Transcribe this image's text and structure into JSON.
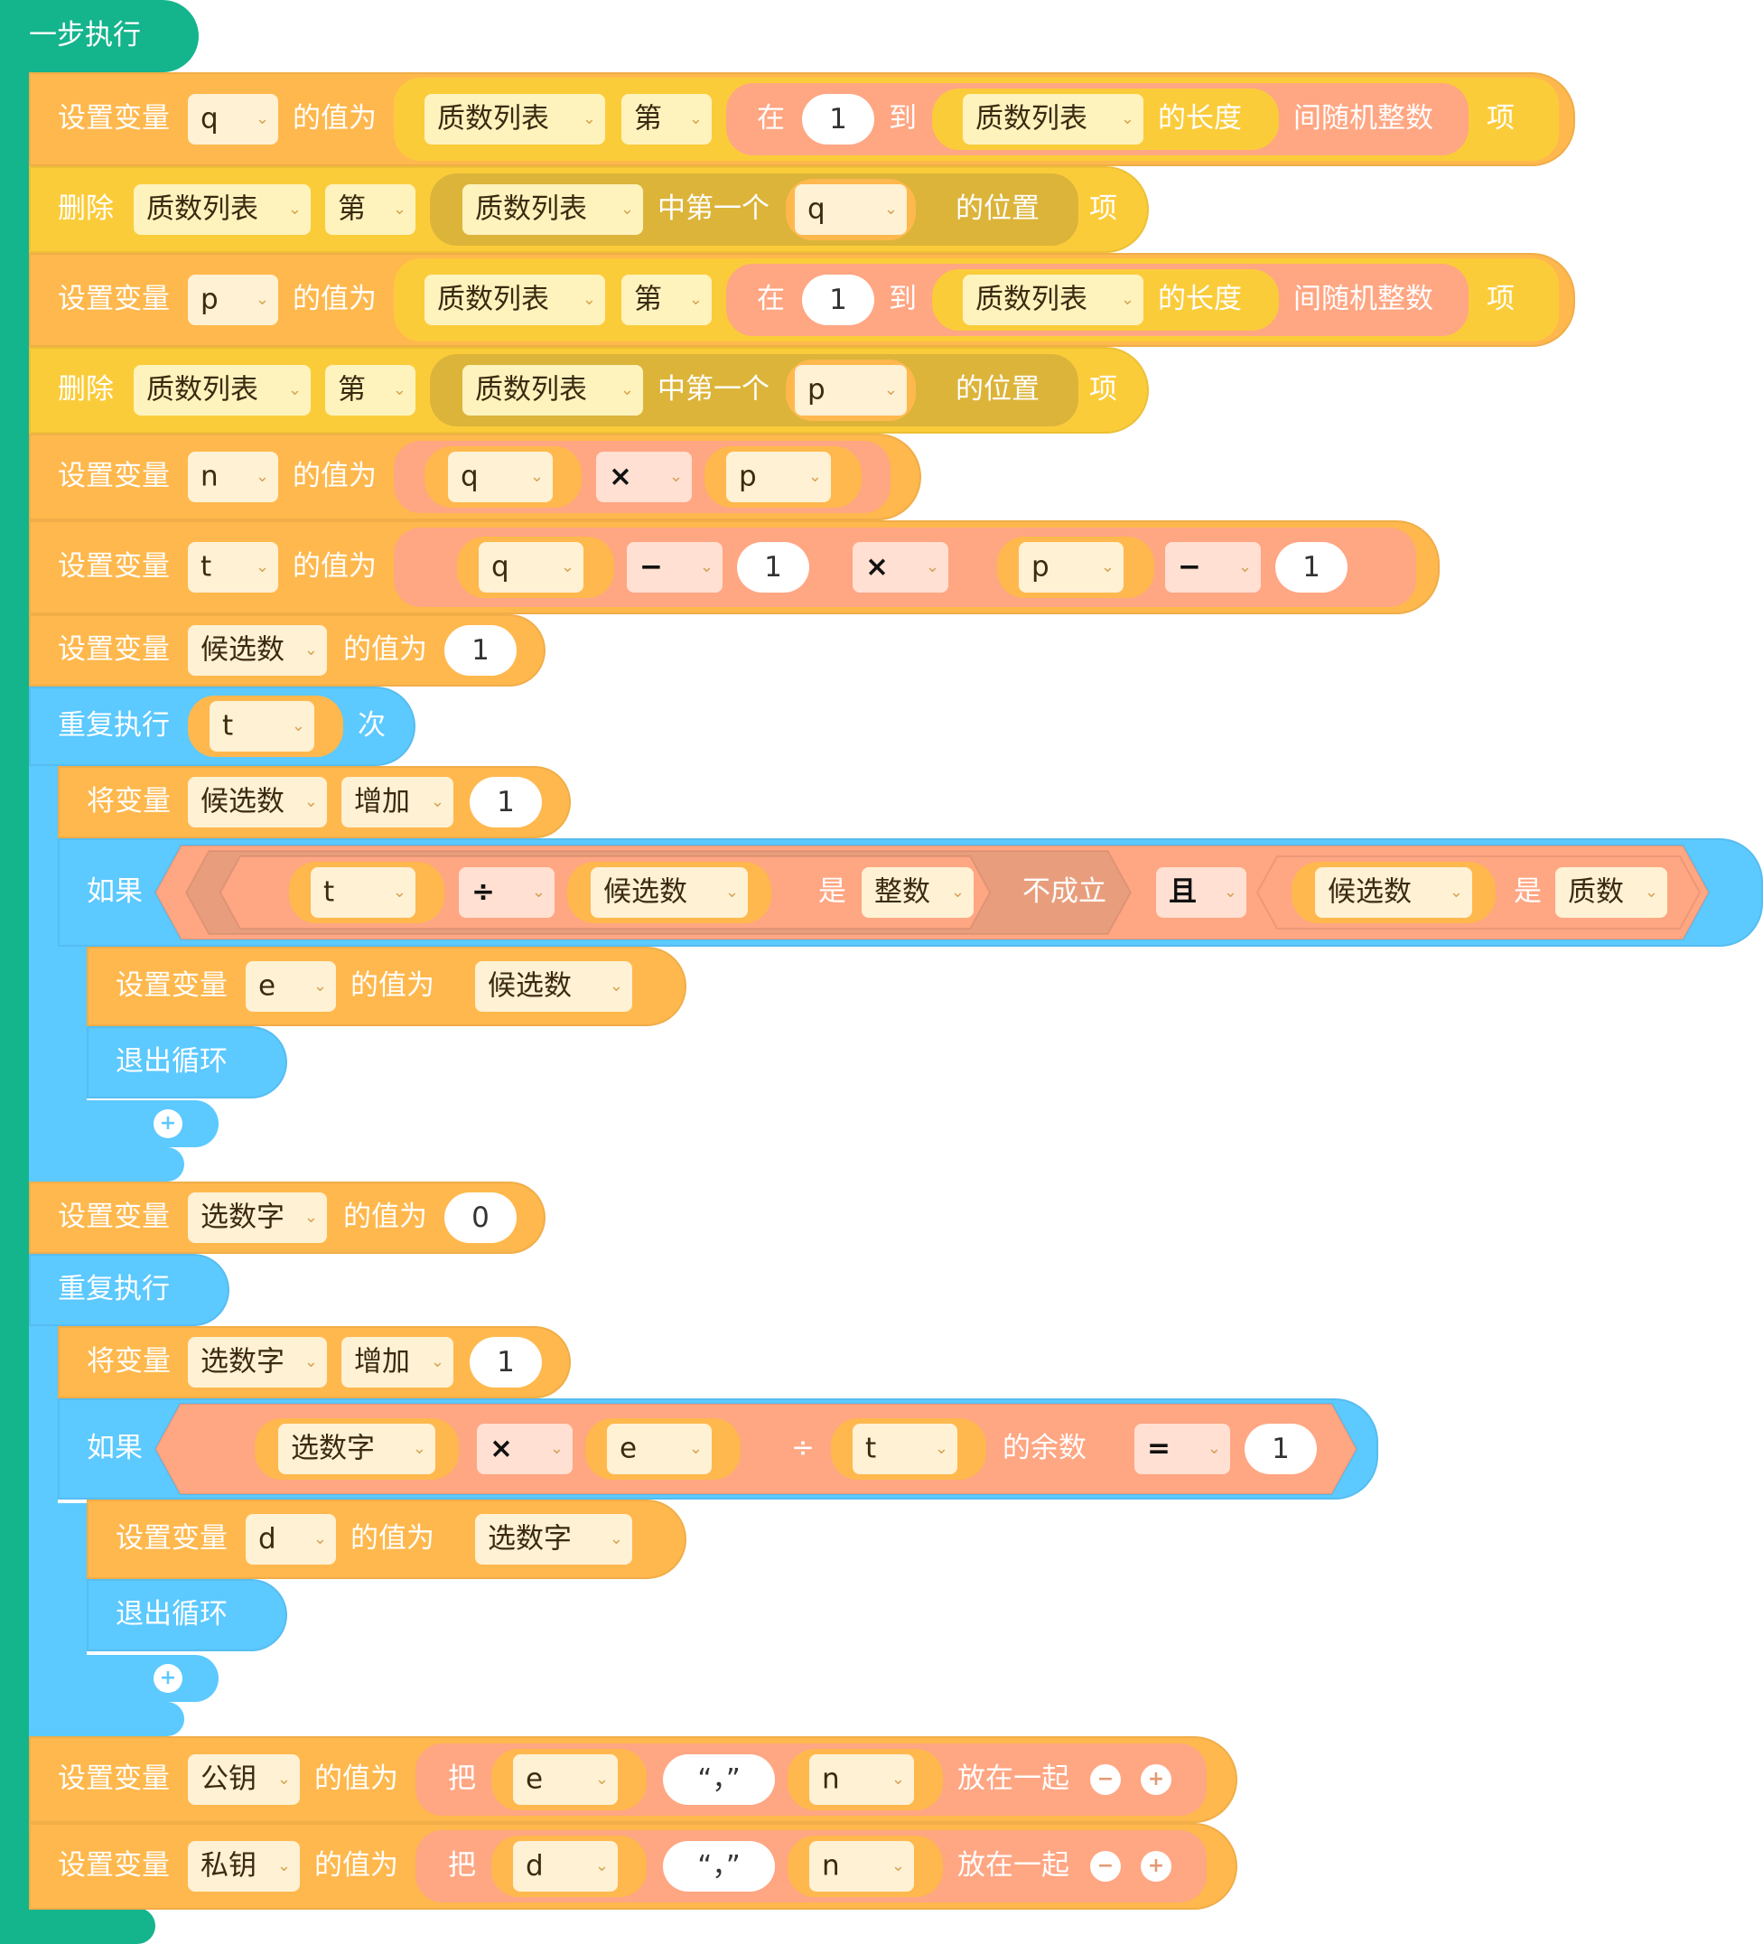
{
  "colors": {
    "event": "#14b48c",
    "variable": "#ffb84d",
    "list": "#fbcc3a",
    "operator": "#ffa683",
    "control": "#5cc9ff",
    "slot_variable": "#fff1d4",
    "slot_list": "#fff3bd",
    "white": "#ffffff"
  },
  "event": {
    "label": "一步执行"
  },
  "b1": {
    "set_label": "设置变量",
    "var": "q",
    "value_of": "的值为",
    "list": "质数列表",
    "item_label": "第",
    "rand_from": "在",
    "rand_min": "1",
    "rand_to": "到",
    "len_list": "质数列表",
    "len_label": "的长度",
    "rand_end": "间随机整数",
    "item_end": "项"
  },
  "b2": {
    "delete_label": "删除",
    "list": "质数列表",
    "item_label": "第",
    "find_list": "质数列表",
    "find_label": "中第一个",
    "find_var": "q",
    "pos_label": "的位置",
    "item_end": "项"
  },
  "b3": {
    "set_label": "设置变量",
    "var": "p",
    "value_of": "的值为",
    "list": "质数列表",
    "item_label": "第",
    "rand_from": "在",
    "rand_min": "1",
    "rand_to": "到",
    "len_list": "质数列表",
    "len_label": "的长度",
    "rand_end": "间随机整数",
    "item_end": "项"
  },
  "b4": {
    "delete_label": "删除",
    "list": "质数列表",
    "item_label": "第",
    "find_list": "质数列表",
    "find_label": "中第一个",
    "find_var": "p",
    "pos_label": "的位置",
    "item_end": "项"
  },
  "b5": {
    "set_label": "设置变量",
    "var": "n",
    "value_of": "的值为",
    "a": "q",
    "op": "×",
    "b": "p"
  },
  "b6": {
    "set_label": "设置变量",
    "var": "t",
    "value_of": "的值为",
    "a": "q",
    "op1": "−",
    "n1": "1",
    "op2": "×",
    "b": "p",
    "op3": "−",
    "n2": "1"
  },
  "b7": {
    "set_label": "设置变量",
    "var": "候选数",
    "value_of": "的值为",
    "value": "1"
  },
  "r1": {
    "label": "重复执行",
    "var": "t",
    "times": "次"
  },
  "b8": {
    "change_label": "将变量",
    "var": "候选数",
    "mode": "增加",
    "value": "1"
  },
  "if1": {
    "label": "如果",
    "a": "t",
    "op": "÷",
    "b": "候选数",
    "is": "是",
    "kind": "整数",
    "not": "不成立",
    "and": "且",
    "c": "候选数",
    "is2": "是",
    "kind2": "质数"
  },
  "b9": {
    "set_label": "设置变量",
    "var": "e",
    "value_of": "的值为",
    "value": "候选数"
  },
  "br1": {
    "label": "退出循环"
  },
  "b10": {
    "set_label": "设置变量",
    "var": "选数字",
    "value_of": "的值为",
    "value": "0"
  },
  "r2": {
    "label": "重复执行"
  },
  "b11": {
    "change_label": "将变量",
    "var": "选数字",
    "mode": "增加",
    "value": "1"
  },
  "if2": {
    "label": "如果",
    "a": "选数字",
    "op": "×",
    "b": "e",
    "mod_op": "÷",
    "c": "t",
    "mod_label": "的余数",
    "eq": "=",
    "value": "1"
  },
  "b12": {
    "set_label": "设置变量",
    "var": "d",
    "value_of": "的值为",
    "value": "选数字"
  },
  "br2": {
    "label": "退出循环"
  },
  "b13": {
    "set_label": "设置变量",
    "var": "公钥",
    "value_of": "的值为",
    "join": "把",
    "a": "e",
    "sep": "“，”",
    "b": "n",
    "end": "放在一起"
  },
  "b14": {
    "set_label": "设置变量",
    "var": "私钥",
    "value_of": "的值为",
    "join": "把",
    "a": "d",
    "sep": "“，”",
    "b": "n",
    "end": "放在一起"
  },
  "ui": {
    "plus": "+",
    "minus": "−",
    "chevron": "⌄"
  }
}
